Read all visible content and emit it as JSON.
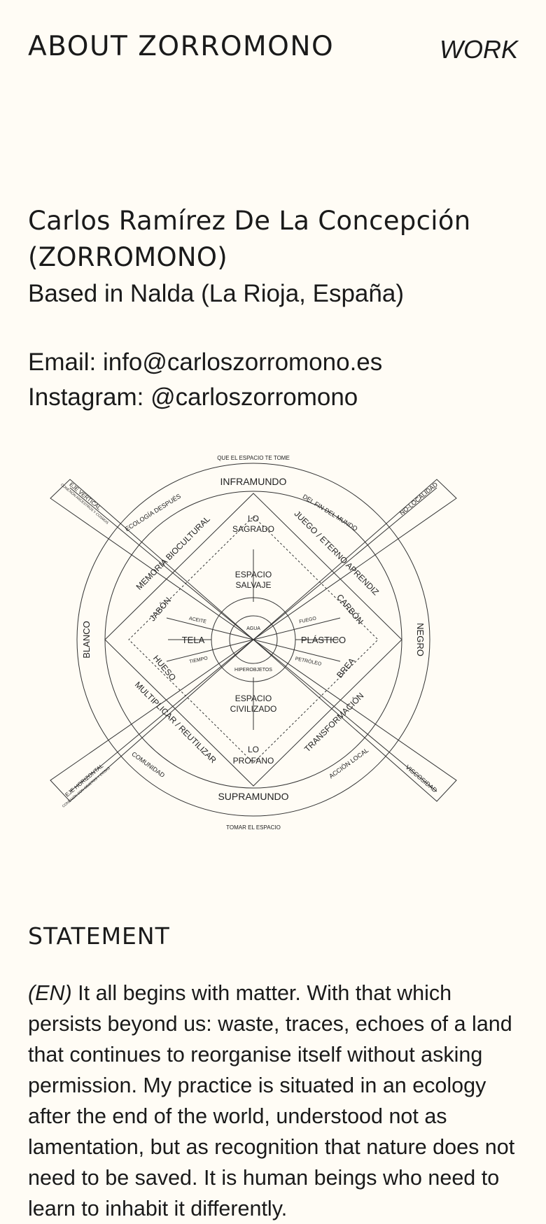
{
  "header": {
    "title": "ABOUT ZORROMONO",
    "work_link": "WORK"
  },
  "profile": {
    "name_line1": "Carlos Ramírez De La Concepción",
    "name_line2": "(ZORROMONO)",
    "location": "Based in Nalda (La Rioja, España)",
    "email": "Email: info@carloszorromono.es",
    "instagram": "Instagram: @carloszorromono"
  },
  "diagram": {
    "labels": {
      "top_note": "QUE EL ESPACIO TE TOME",
      "bottom_note": "TOMAR EL ESPACIO",
      "inframundo": "INFRAMUNDO",
      "supramundo": "SUPRAMUNDO",
      "blanco": "BLANCO",
      "negro": "NEGRO",
      "ecologia": "ECOLOGÍA DESPUÉS",
      "fin_mundo": "DEL FIN DEL MUNDO",
      "comunidad": "COMUNIDAD",
      "accion_local": "ACCIÓN LOCAL",
      "memoria": "MEMORIA BIOCULTURAL",
      "juego": "JUEGO / ETERNO APRENDIZ",
      "multiplicar": "MULTIPLICAR / REUTILIZAR",
      "transformacion": "TRANSFORMACIÓN",
      "lo": "LO",
      "sagrado": "SAGRADO",
      "profano": "PROFANO",
      "espacio": "ESPACIO",
      "salvaje": "SALVAJE",
      "civilizado": "CIVILIZADO",
      "jabon": "JABÓN",
      "hueso": "HUESO",
      "carbon": "CARBÓN",
      "brea": "BREA",
      "tela": "TELA",
      "plastico": "PLÁSTICO",
      "aceite": "ACEITE",
      "tiempo": "TIEMPO",
      "fuego": "FUEGO",
      "petroleo": "PETRÓLEO",
      "agua": "AGUA",
      "hiperobjetos": "HIPEROBJETOS",
      "eje_vertical": "EJE VERTICAL",
      "eje_vertical_sub": "CONEXIÓN ANCESTROS Y COSMOS",
      "eje_horizontal": "EJE HORIZONTAL",
      "eje_horizontal_sub": "CONEXIÓN CON OBJETOS Y COSAS",
      "no_localidad": "NO-LOCALIDAD",
      "viscosidad": "VISCOSIDAD"
    }
  },
  "statement": {
    "heading": "STATEMENT",
    "lang": "(EN)",
    "text": " It all begins with matter. With that which persists beyond us: waste, traces, echoes of a land that continues to reorganise itself without asking permission. My practice is situated in an ecology after the end of the world, understood not as lamentation, but as recognition that nature does not need to be saved. It is human beings who need to learn to inhabit it differently."
  },
  "colors": {
    "background": "#fffcf5",
    "text": "#1a1a1a"
  }
}
